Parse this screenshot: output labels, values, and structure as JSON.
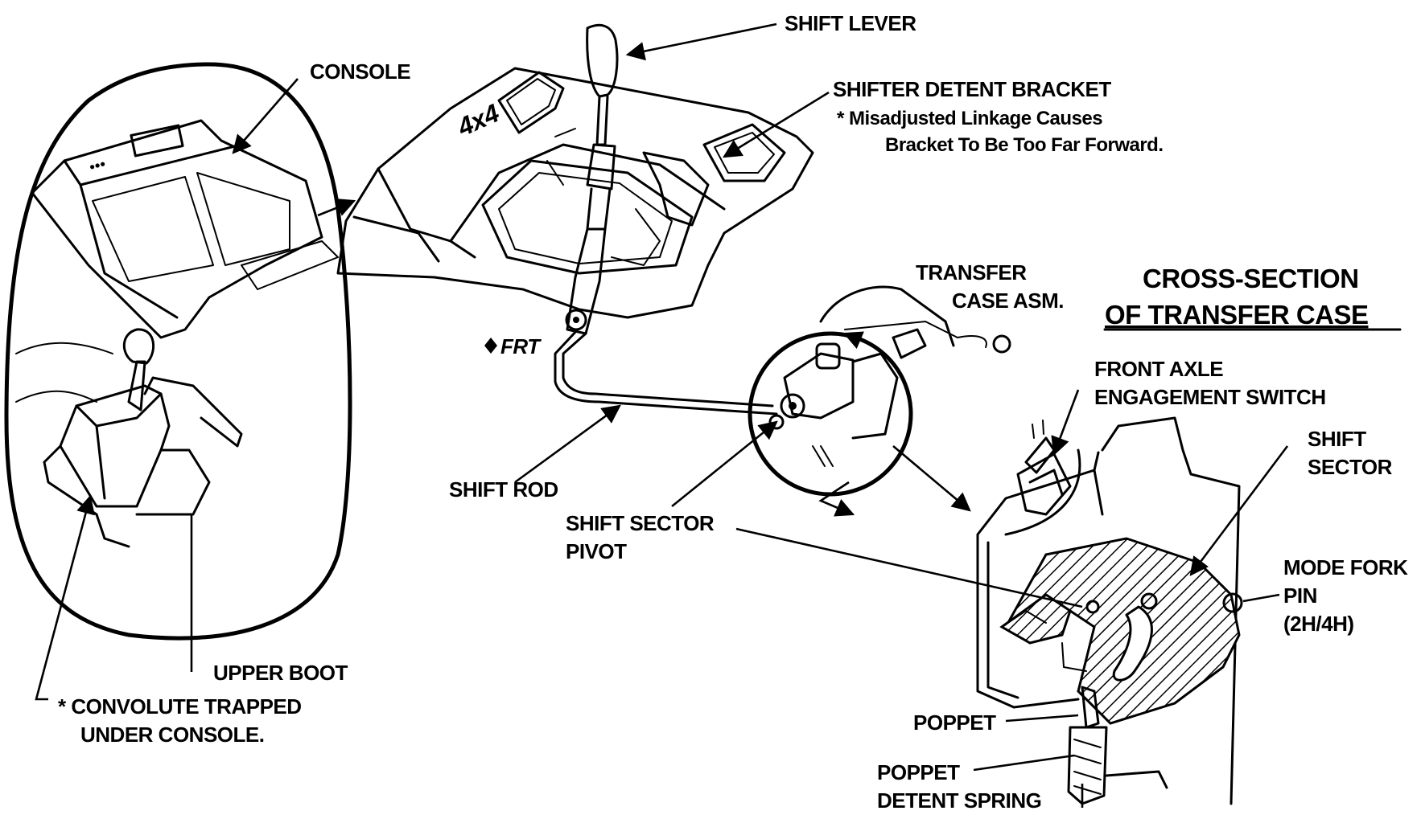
{
  "labels": {
    "shift_lever": "SHIFT LEVER",
    "console": "CONSOLE",
    "shifter_detent_bracket": "SHIFTER DETENT BRACKET",
    "detent_note_line1": "* Misadjusted Linkage Causes",
    "detent_note_line2": "Bracket To Be Too Far Forward.",
    "transfer_case_line1": "TRANSFER",
    "transfer_case_line2": "CASE ASM.",
    "cross_section_line1": "CROSS-SECTION",
    "cross_section_line2": "OF TRANSFER CASE",
    "frt": "FRT",
    "front_axle_line1": "FRONT AXLE",
    "front_axle_line2": "ENGAGEMENT SWITCH",
    "shift_sector_line1": "SHIFT",
    "shift_sector_line2": "SECTOR",
    "shift_rod": "SHIFT ROD",
    "shift_sector_pivot_line1": "SHIFT SECTOR",
    "shift_sector_pivot_line2": "PIVOT",
    "mode_fork_line1": "MODE FORK",
    "mode_fork_line2": "PIN",
    "mode_fork_line3": "(2H/4H)",
    "upper_boot": "UPPER BOOT",
    "convolute_line1": "* CONVOLUTE TRAPPED",
    "convolute_line2": "UNDER CONSOLE.",
    "poppet": "POPPET",
    "poppet_spring_line1": "POPPET",
    "poppet_spring_line2": "DETENT SPRING",
    "console_badge": "4x4"
  },
  "colors": {
    "ink": "#000000",
    "paper": "#ffffff"
  }
}
